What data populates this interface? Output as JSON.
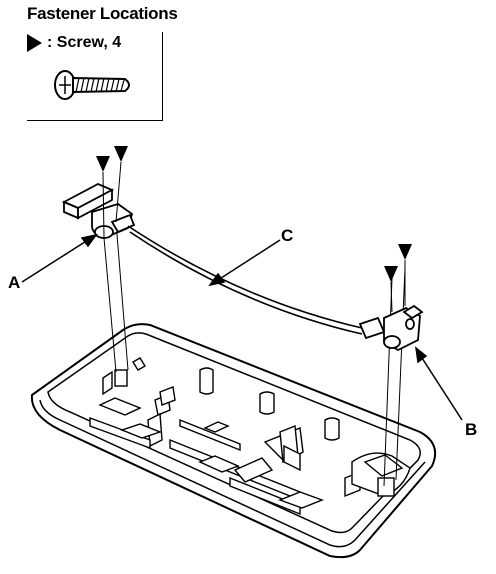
{
  "heading": "Fastener Locations",
  "legend": {
    "symbol": "filled-triangle-arrow",
    "text": ": Screw, 4",
    "icon": "screw-icon"
  },
  "callouts": {
    "a": "A",
    "b": "B",
    "c": "C"
  }
}
